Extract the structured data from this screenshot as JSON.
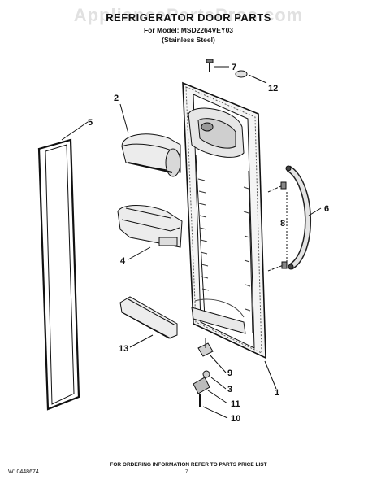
{
  "header": {
    "watermark": "AppliancePartsPros.com",
    "title": "REFRIGERATOR DOOR PARTS",
    "model_line": "For Model: MSD2264VEY03",
    "finish": "(Stainless Steel)"
  },
  "callouts": {
    "c1": "1",
    "c2": "2",
    "c3": "3",
    "c4": "4",
    "c5": "5",
    "c6": "6",
    "c7": "7",
    "c8": "8",
    "c9": "9",
    "c10": "10",
    "c11": "11",
    "c12": "12",
    "c13": "13"
  },
  "footer": {
    "ordering_note": "FOR ORDERING INFORMATION REFER TO PARTS PRICE LIST",
    "doc_number": "W10448674",
    "page_number": "7"
  }
}
